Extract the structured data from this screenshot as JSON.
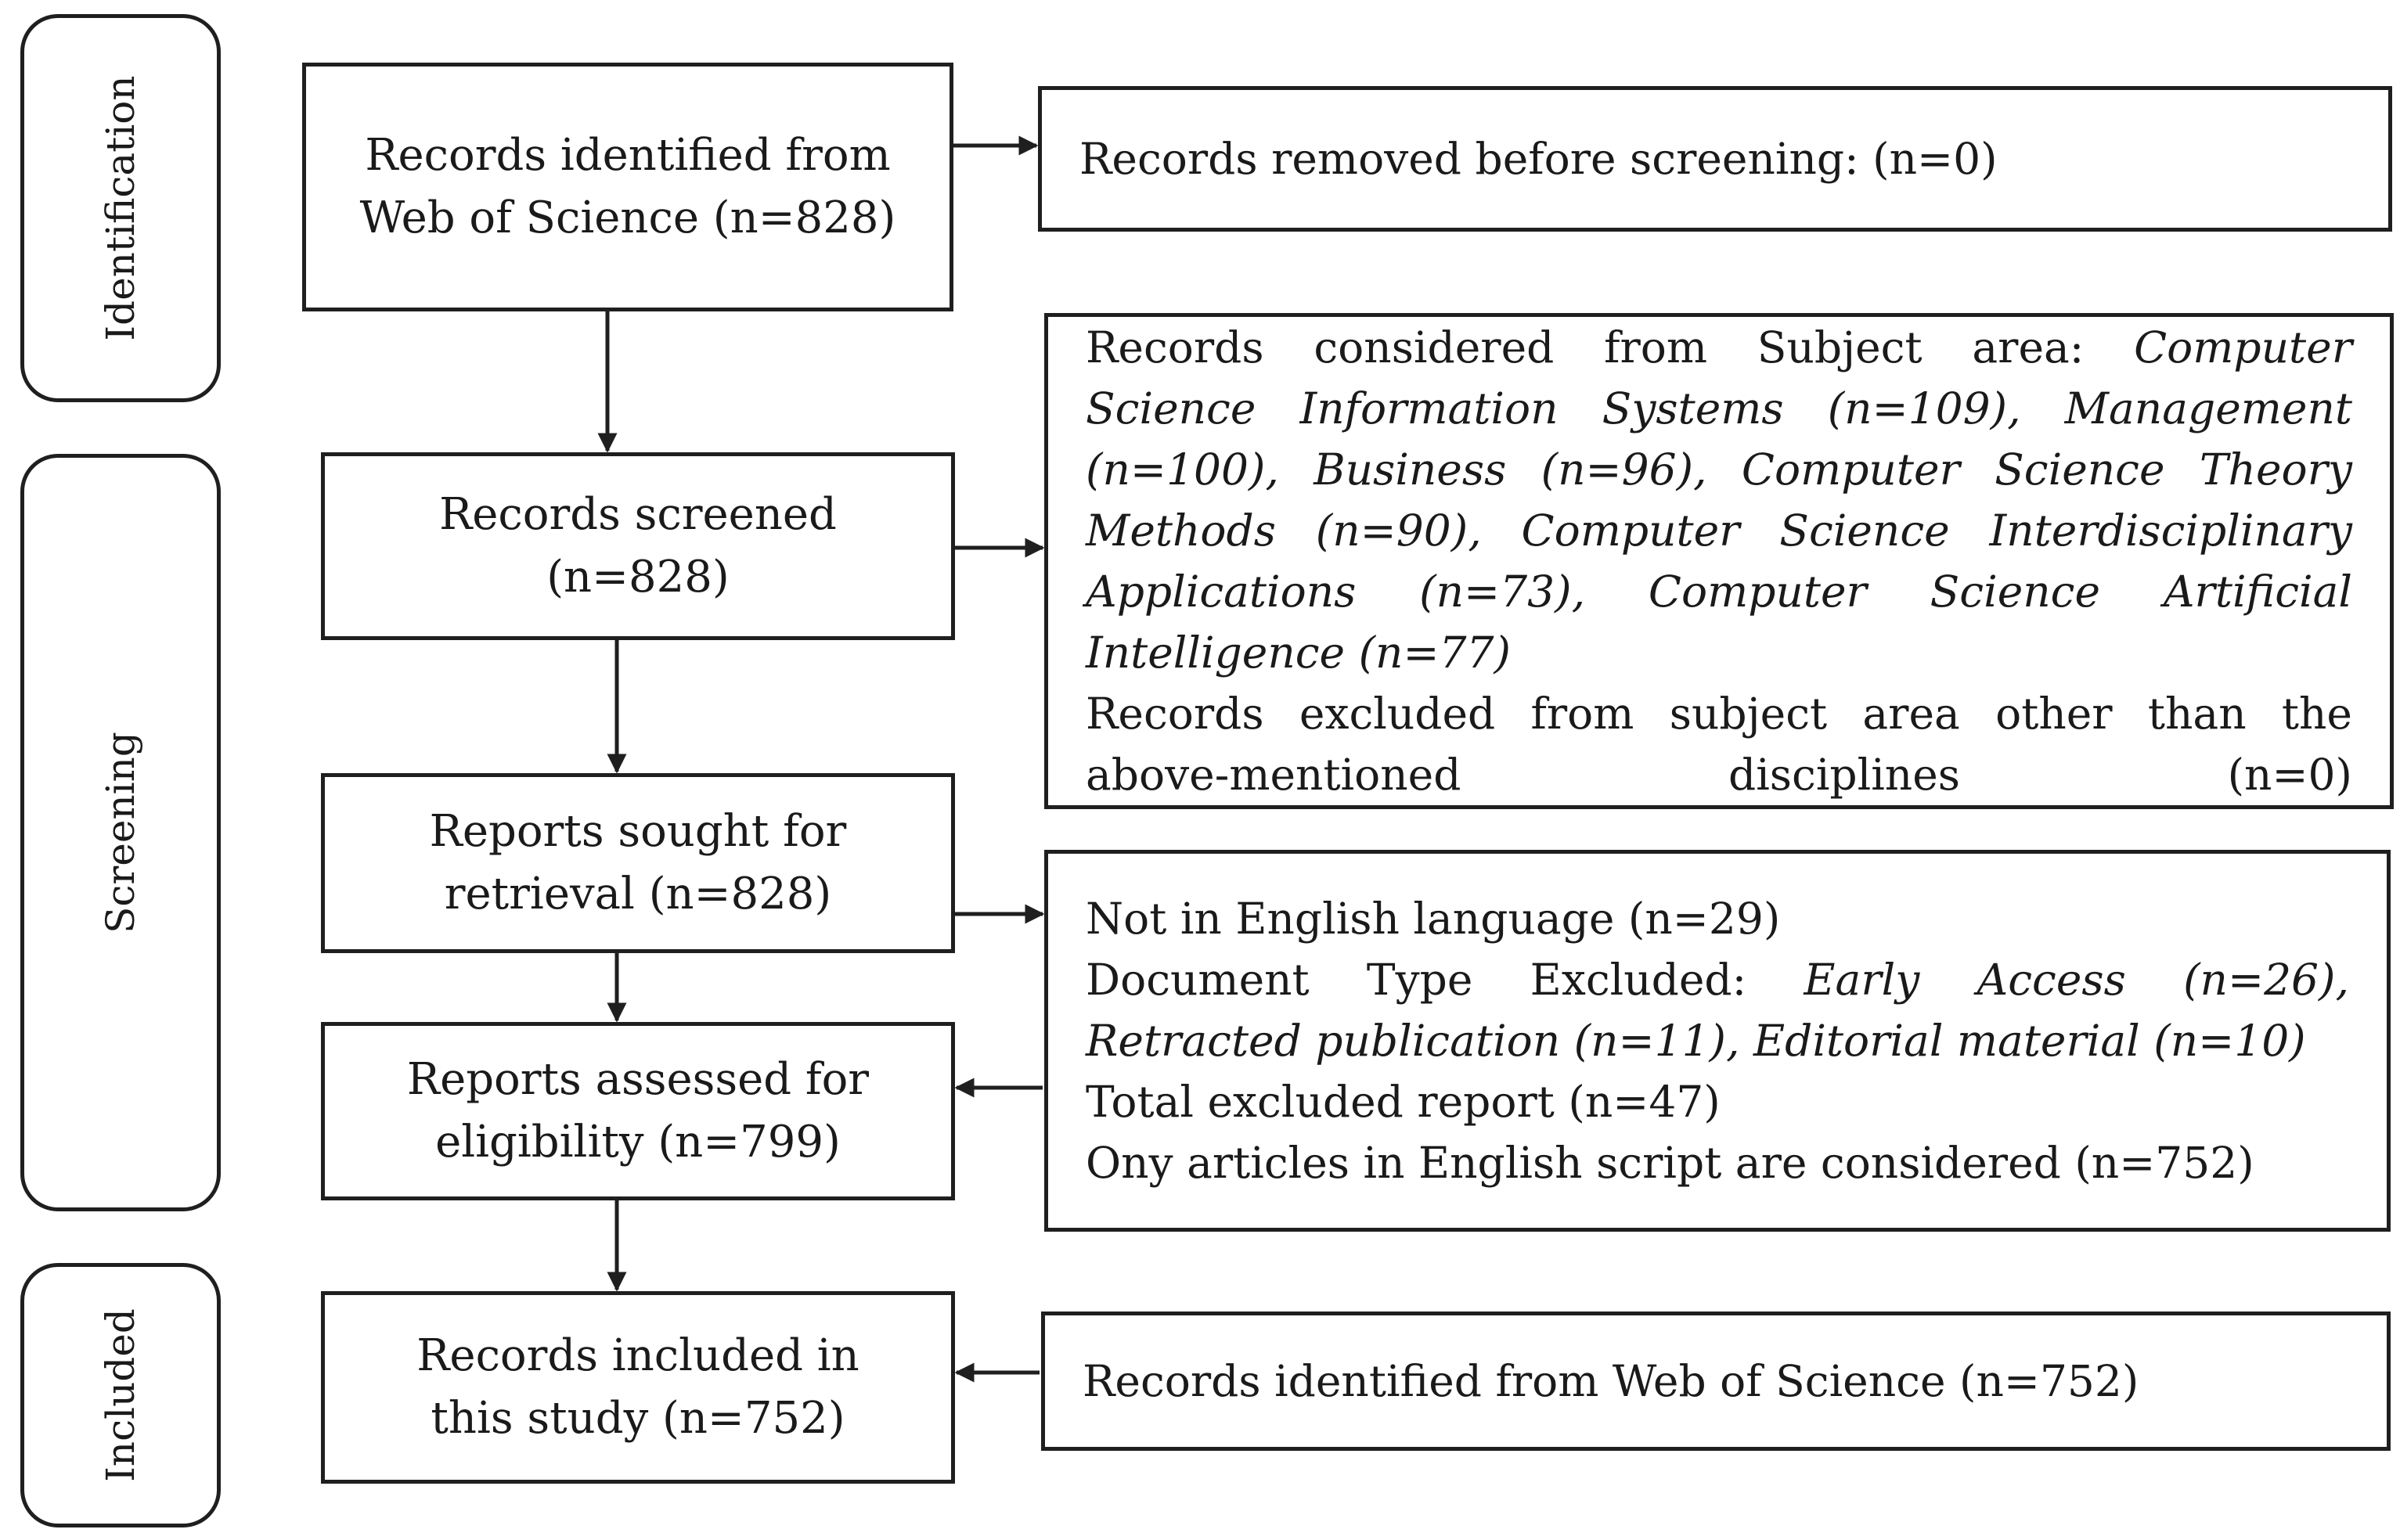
{
  "phases": {
    "identification": "Identification",
    "screening": "Screening",
    "included": "Included"
  },
  "flow": {
    "identified": {
      "line1": "Records identified from",
      "line2": "Web of Science (n=828)"
    },
    "screened": {
      "line1": "Records screened",
      "line2": "(n=828)"
    },
    "sought": {
      "line1": "Reports sought for",
      "line2": "retrieval (n=828)"
    },
    "assessed": {
      "line1": "Reports assessed for",
      "line2": "eligibility (n=799)"
    },
    "included": {
      "line1": "Records included in",
      "line2": "this study (n=752)"
    }
  },
  "side": {
    "removed": "Records removed before screening: (n=0)",
    "subject": {
      "intro": "Records considered from Subject area: ",
      "categories": "Computer Science Information Systems (n=109), Management (n=100), Business (n=96), Computer Science Theory Methods (n=90), Computer Science Interdisciplinary Applications (n=73), Computer Science Artificial Intelligence (n=77)",
      "excluded": "Records excluded from subject area other than the above-mentioned disciplines (n=0)"
    },
    "exclusions": {
      "language": "Not in English language (n=29)",
      "doctype_intro": "Document Type Excluded: ",
      "doctype_items": "Early Access (n=26), Retracted publication (n=11), Editorial material (n=10)",
      "total": "Total excluded report (n=47)",
      "considered": "Ony articles in English script are considered (n=752)"
    },
    "included_source": "Records identified from Web of Science (n=752)"
  }
}
